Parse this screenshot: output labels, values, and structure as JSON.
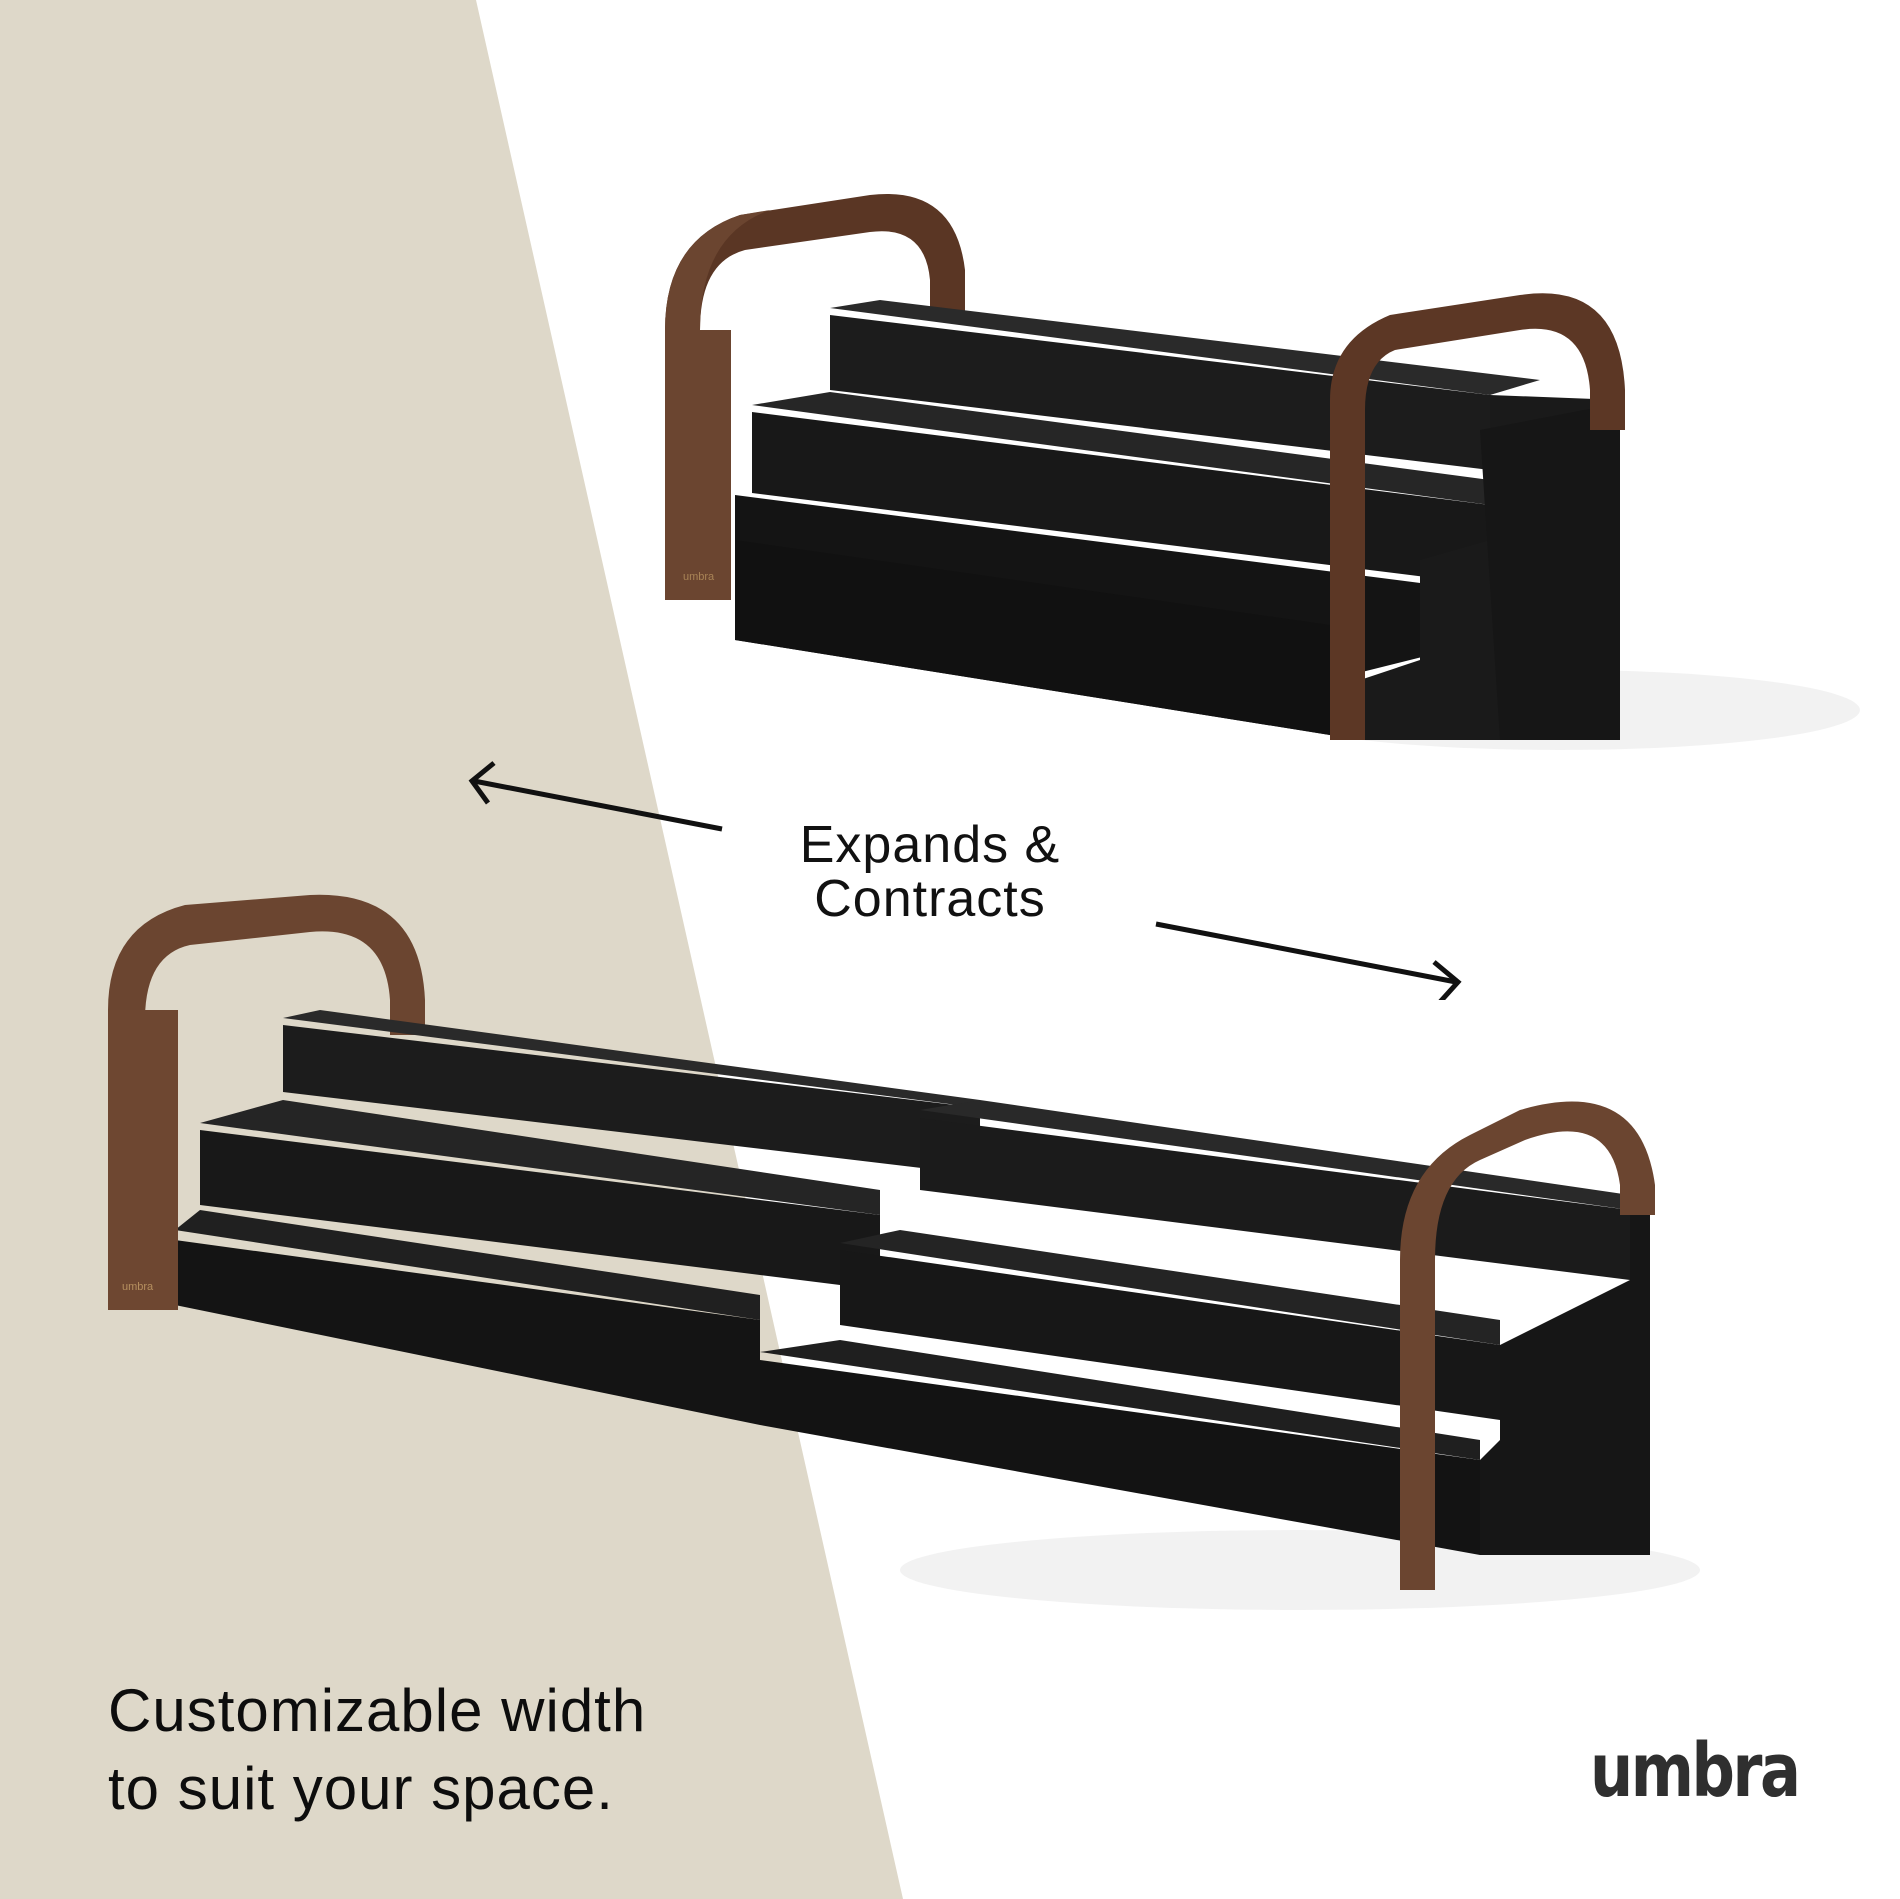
{
  "colors": {
    "background": "#ffffff",
    "beige_panel": "#ded8c9",
    "product_black": "#141414",
    "walnut": "#6b4530",
    "walnut_dark": "#4a2c1e",
    "text": "#0d0d0d",
    "logo": "#2f2f2f"
  },
  "headline": {
    "line1": "Expands &",
    "line2": "Contracts"
  },
  "caption": {
    "line1": "Customizable width",
    "line2": "to suit your space."
  },
  "brand": {
    "logo_text": "umbra",
    "product_engraving": "umbra"
  },
  "icons": {
    "left_arrow": "arrow-left-icon",
    "right_arrow": "arrow-right-icon"
  },
  "products": [
    {
      "state": "contracted",
      "tiers": 3
    },
    {
      "state": "expanded",
      "tiers": 3
    }
  ]
}
